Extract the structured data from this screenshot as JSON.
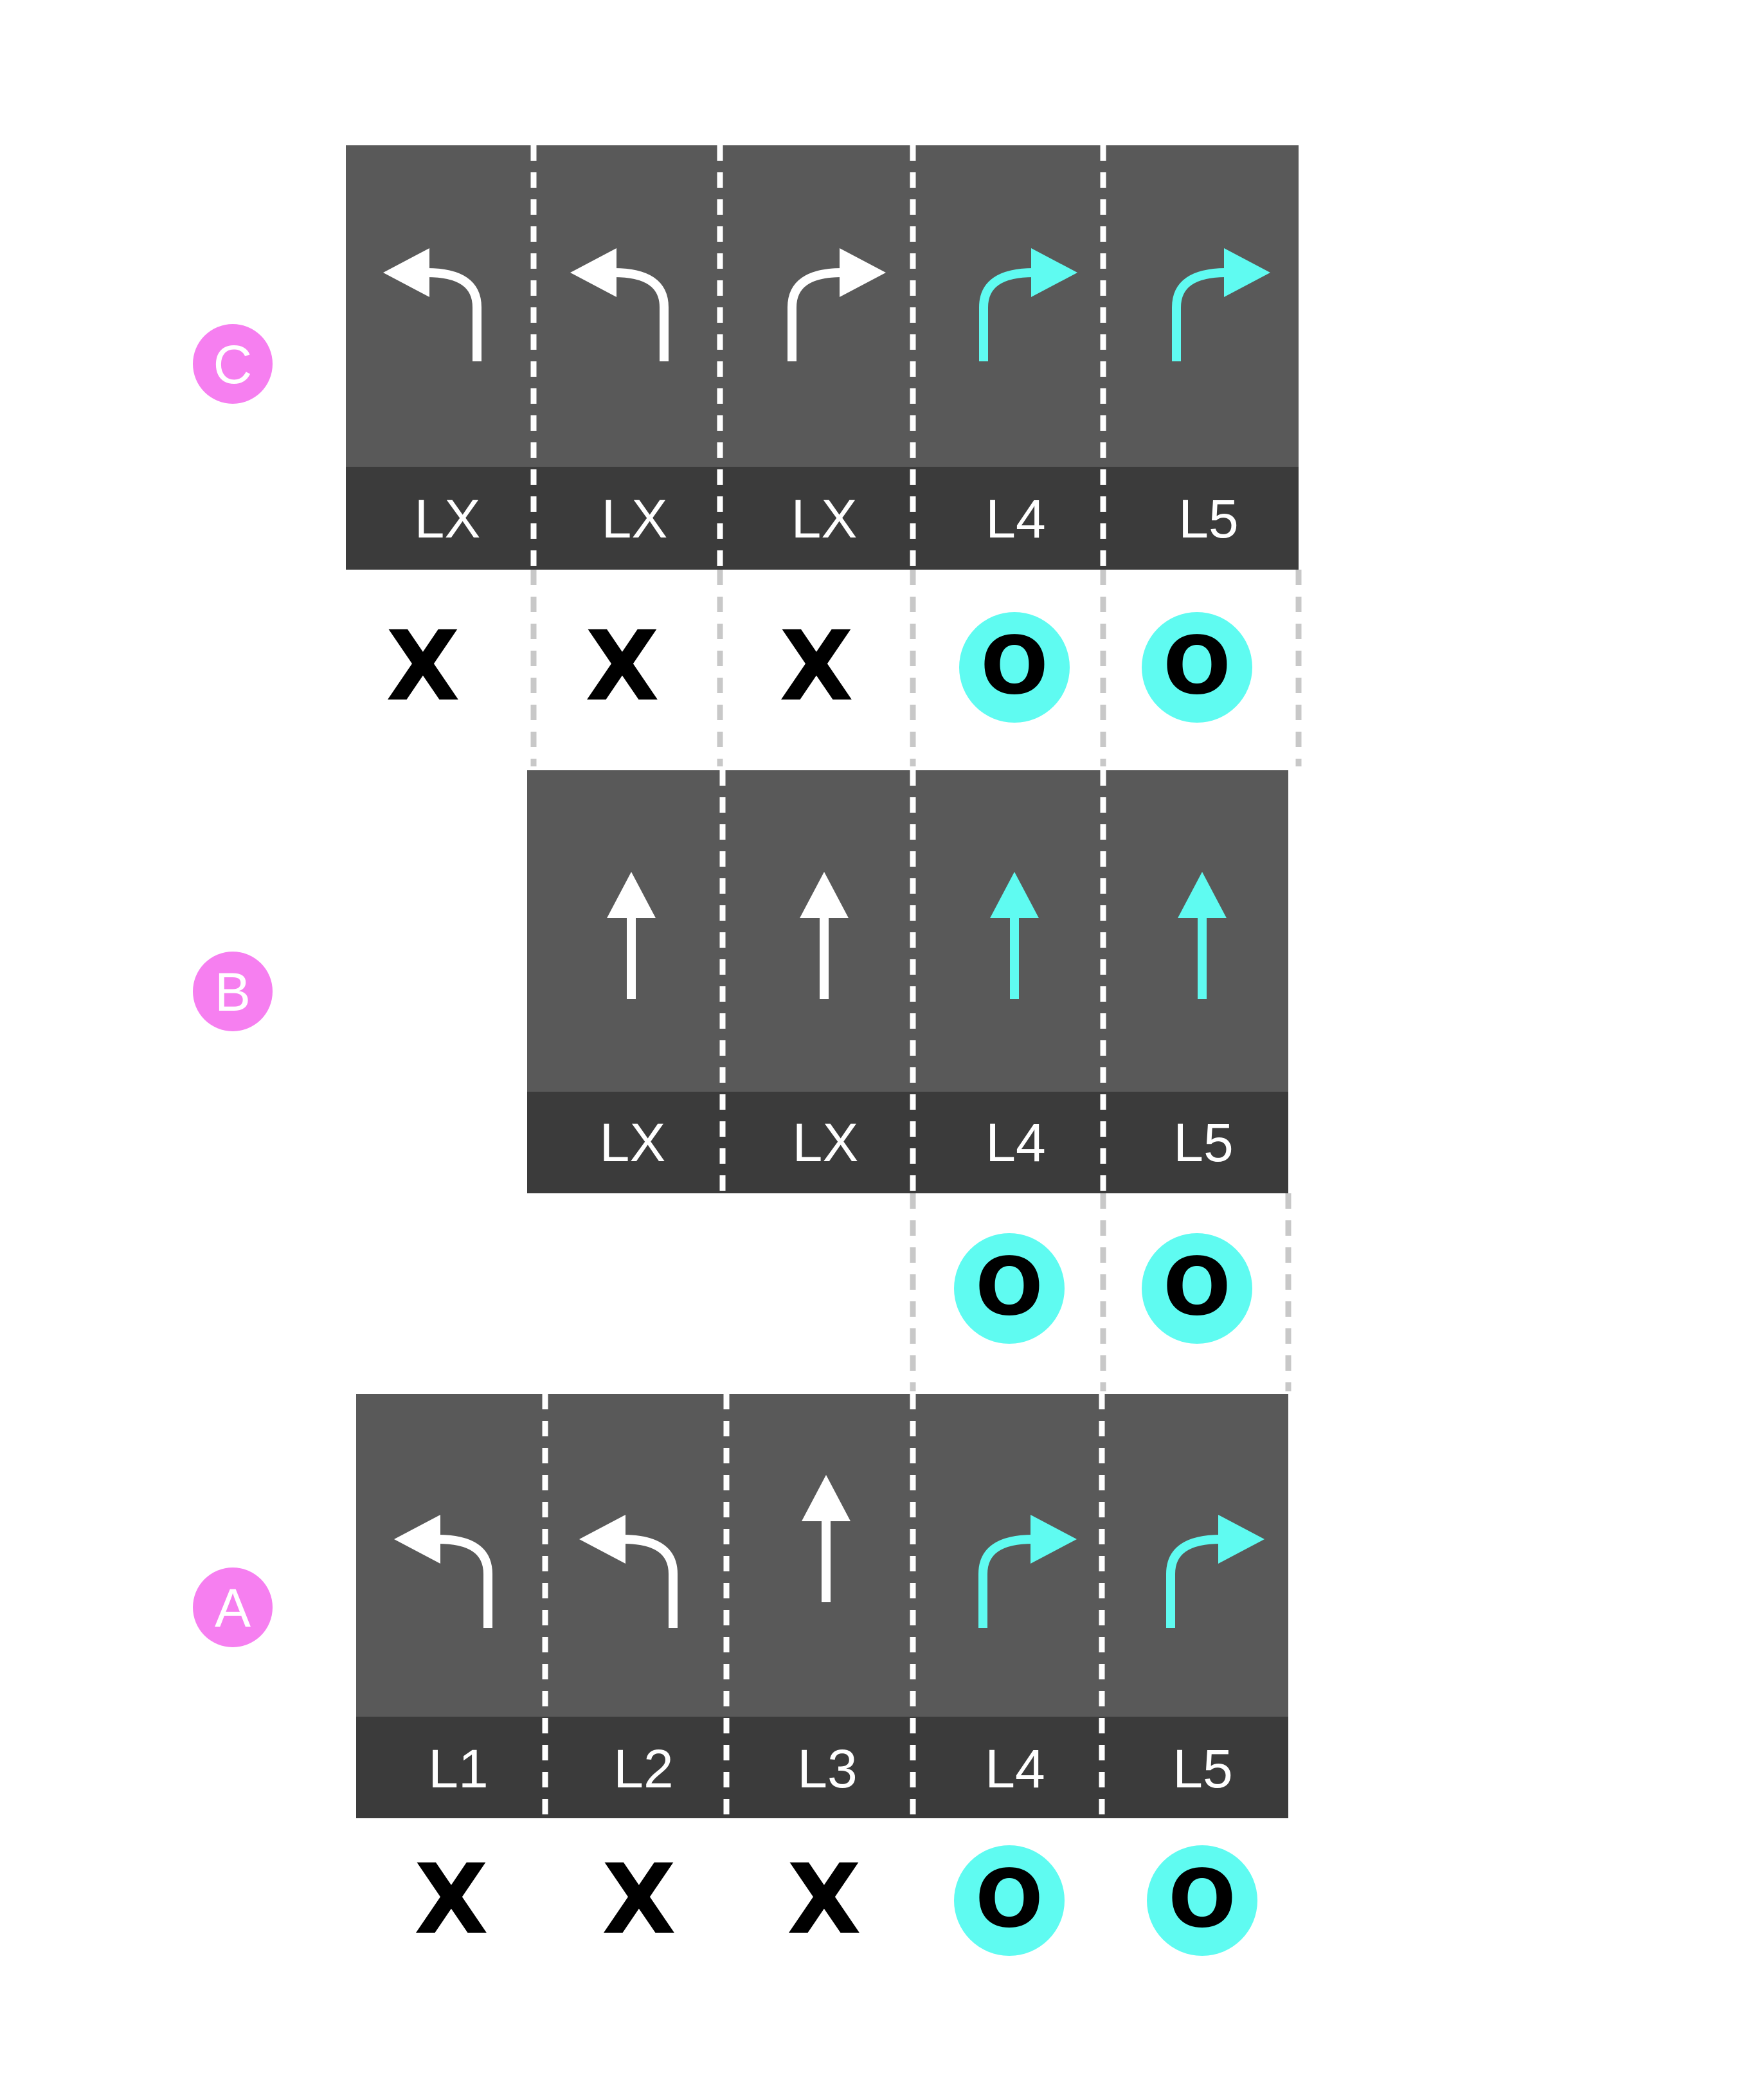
{
  "colors": {
    "road": "#595959",
    "label_band": "#3b3b3b",
    "lane_line": "#ffffff",
    "guide_line": "#c8c8c8",
    "arrow": "#ffffff",
    "arrow_highlight": "#5ffbf1",
    "x_mark": "#000000",
    "o_badge": "#5ffbf1",
    "o_text": "#000000",
    "section_badge": "#f67ff0",
    "section_badge_text": "#ffffff"
  },
  "sections": [
    {
      "label": "C",
      "lanes": [
        {
          "label": "LX",
          "arrow": "turn-left-arrow",
          "highlight": false,
          "result": "X"
        },
        {
          "label": "LX",
          "arrow": "turn-left-arrow",
          "highlight": false,
          "result": "X"
        },
        {
          "label": "LX",
          "arrow": "turn-right-arrow",
          "highlight": false,
          "result": "X"
        },
        {
          "label": "L4",
          "arrow": "turn-right-arrow",
          "highlight": true,
          "result": "O"
        },
        {
          "label": "L5",
          "arrow": "turn-right-arrow",
          "highlight": true,
          "result": "O"
        }
      ]
    },
    {
      "label": "B",
      "lanes": [
        {
          "label": "LX",
          "arrow": "straight-arrow",
          "highlight": false,
          "result": ""
        },
        {
          "label": "LX",
          "arrow": "straight-arrow",
          "highlight": false,
          "result": ""
        },
        {
          "label": "L4",
          "arrow": "straight-arrow",
          "highlight": true,
          "result": "O"
        },
        {
          "label": "L5",
          "arrow": "straight-arrow",
          "highlight": true,
          "result": "O"
        }
      ]
    },
    {
      "label": "A",
      "lanes": [
        {
          "label": "L1",
          "arrow": "turn-left-arrow",
          "highlight": false,
          "result": "X"
        },
        {
          "label": "L2",
          "arrow": "turn-left-arrow",
          "highlight": false,
          "result": "X"
        },
        {
          "label": "L3",
          "arrow": "straight-arrow",
          "highlight": false,
          "result": "X"
        },
        {
          "label": "L4",
          "arrow": "turn-right-arrow",
          "highlight": true,
          "result": "O"
        },
        {
          "label": "L5",
          "arrow": "turn-right-arrow",
          "highlight": true,
          "result": "O"
        }
      ]
    }
  ]
}
